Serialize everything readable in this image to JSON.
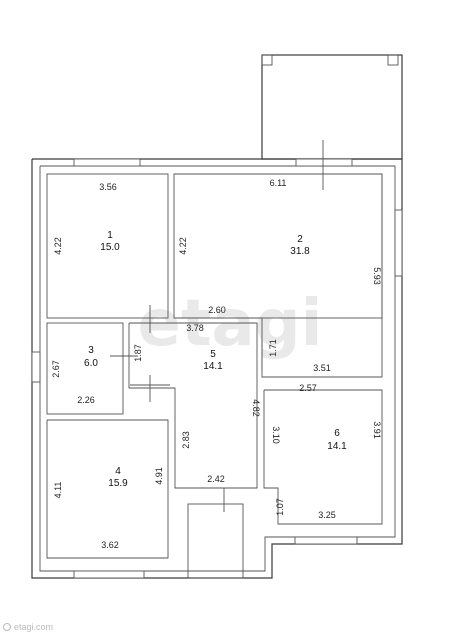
{
  "watermark": "etagi",
  "brand_corner": "etagi.com",
  "rooms": [
    {
      "number": "1",
      "area": "15.0"
    },
    {
      "number": "2",
      "area": "31.8"
    },
    {
      "number": "3",
      "area": "6.0"
    },
    {
      "number": "4",
      "area": "15.9"
    },
    {
      "number": "5",
      "area": "14.1"
    },
    {
      "number": "6",
      "area": "14.1"
    }
  ],
  "dimensions": {
    "r1_top": "3.56",
    "r1_left": "4.22",
    "r2_top": "6.11",
    "r2_left": "4.22",
    "r2_right": "5.93",
    "r2_bottom_left": "2.60",
    "r2_bottom_right": "3.51",
    "r3_left": "2.67",
    "r3_right": "1.87",
    "r3_bottom": "2.26",
    "r5_top": "3.78",
    "r5_right_top": "1.71",
    "r5_right": "4.82",
    "r5_left": "2.83",
    "r5_bottom": "2.42",
    "r4_left": "4.11",
    "r4_right": "4.91",
    "r4_bottom": "3.62",
    "r6_top": "2.57",
    "r6_left": "3.10",
    "r6_right": "3.91",
    "r6_bottom": "3.25",
    "r6_small": "1.07"
  }
}
